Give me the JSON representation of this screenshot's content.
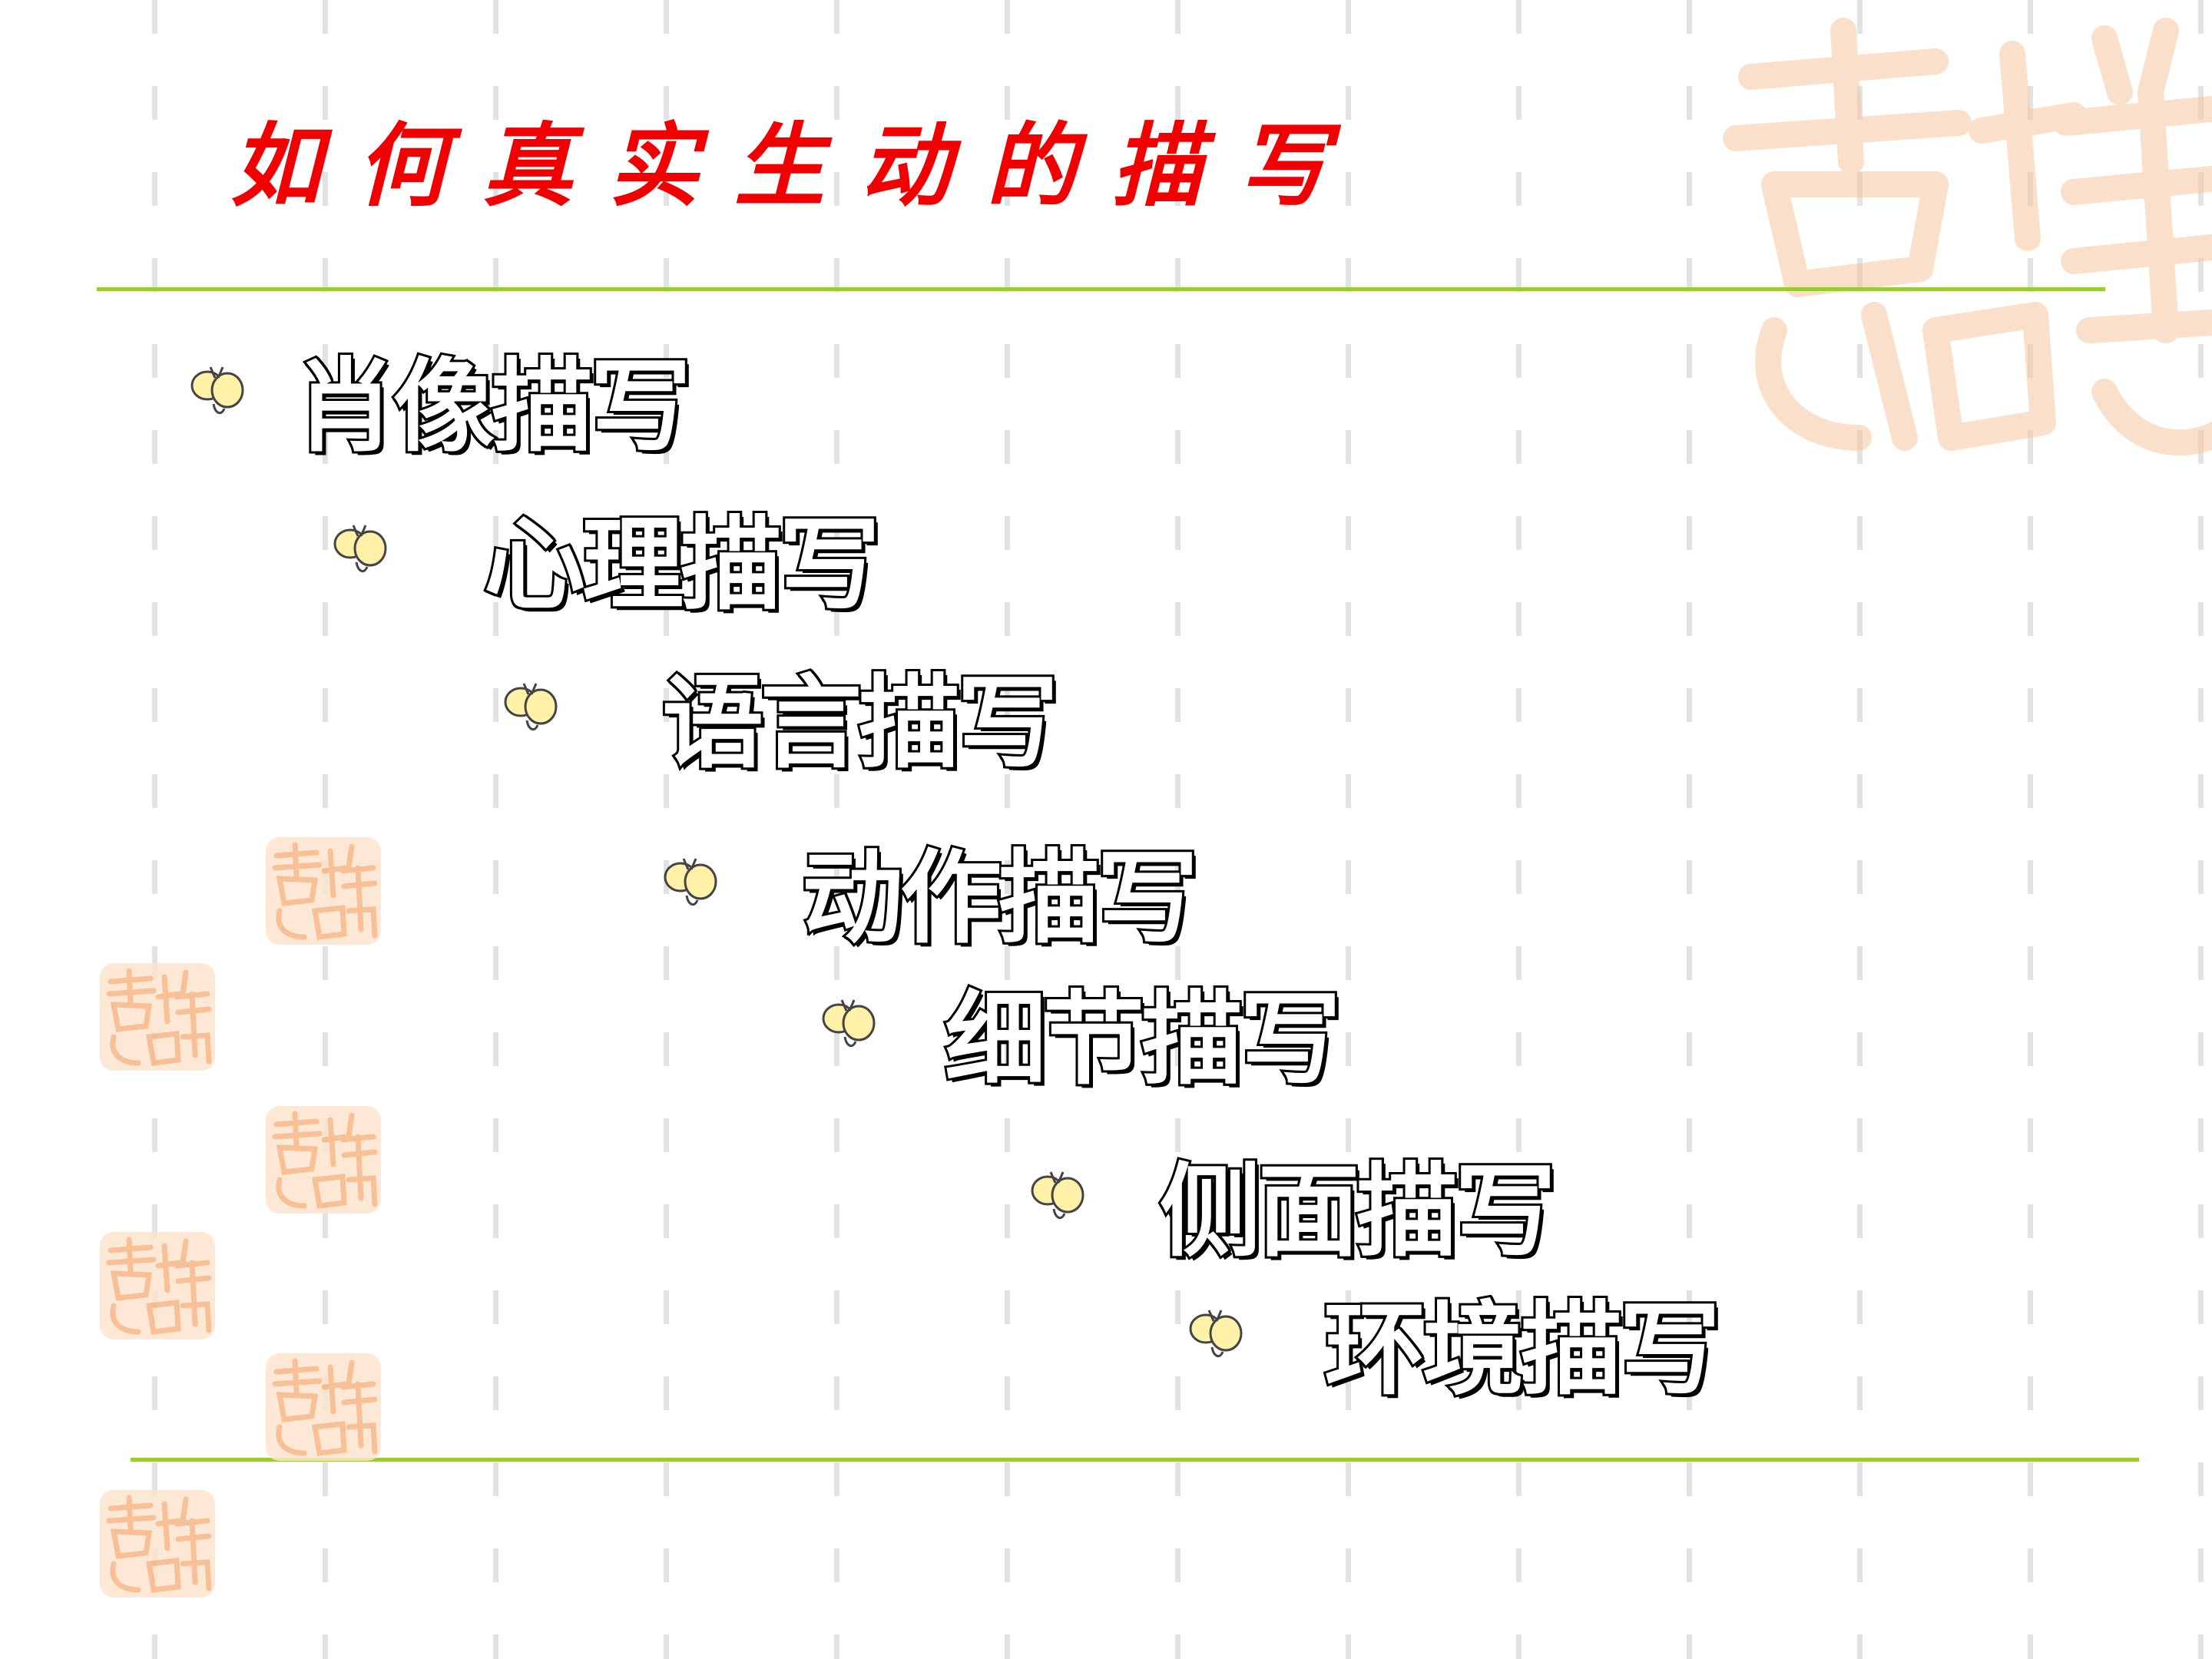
{
  "slide": {
    "title": "如何真实生动的描写",
    "items": [
      {
        "label": "肖像描写"
      },
      {
        "label": "心理描写"
      },
      {
        "label": "语言描写"
      },
      {
        "label": "动作描写"
      },
      {
        "label": "细节描写"
      },
      {
        "label": "侧面描写"
      },
      {
        "label": "环境描写"
      }
    ]
  },
  "colors": {
    "title": "#f00000",
    "rule": "#99cc33",
    "seal": "#f8b98a",
    "bullet_fill": "#fff2a8"
  },
  "icons": {
    "bullet": "butterfly-icon",
    "decoration": "seal-stamp-icon"
  }
}
